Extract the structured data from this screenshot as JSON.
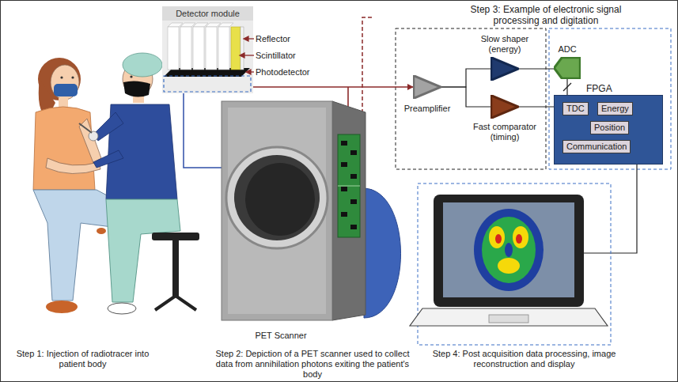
{
  "diagram": {
    "nodes": [
      {
        "text": [
          "Detector module"
        ]
      },
      {
        "text": [
          "Preamplifier"
        ]
      },
      {
        "text": [
          "Slow shaper (energy)"
        ]
      },
      {
        "text": [
          "Fast comparator (timing)"
        ]
      },
      {
        "text": [
          "ADC"
        ]
      },
      {
        "text": [
          "FPGA"
        ]
      },
      {
        "text": [
          "TDC"
        ],
        "in": 5
      },
      {
        "text": [
          "Energy"
        ],
        "in": 5
      },
      {
        "text": [
          "Position"
        ],
        "in": 5
      },
      {
        "text": [
          "Communication"
        ],
        "in": 5
      }
    ],
    "edges": [
      {
        "from": 0,
        "to": 1,
        "arrow": "to"
      },
      {
        "from": 1,
        "to": 2,
        "arrow": "none"
      },
      {
        "from": 1,
        "to": 3,
        "arrow": "none"
      },
      {
        "from": 2,
        "to": 4,
        "arrow": "none"
      },
      {
        "from": 4,
        "to": 5,
        "arrow": "none"
      },
      {
        "from": 3,
        "to": 6,
        "arrow": "none"
      }
    ],
    "labels": [
      "Reflector",
      "Scintillator",
      "Photodetector",
      "PET Scanner",
      "Step 1: Injection of radiotracer into patient body",
      "Step 2: Depiction of a PET scanner used to collect data from annihilation photons exiting the patient's body",
      "Step 3: Example of electronic signal processing and digitation",
      "Step 4: Post acquisition data processing, image reconstruction and display"
    ]
  }
}
